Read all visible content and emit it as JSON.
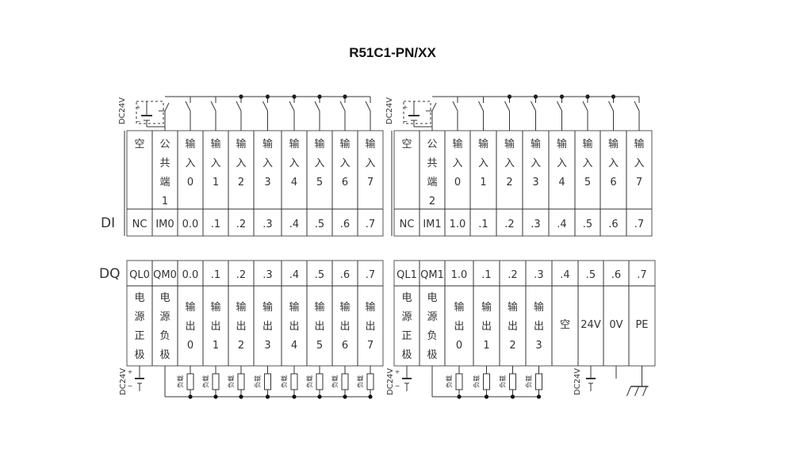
{
  "title": "R51C1-PN/XX",
  "labels": {
    "di": "DI",
    "dq": "DQ",
    "supply": "DC24V",
    "load": "负载"
  },
  "di_blocks": [
    {
      "columns": [
        {
          "top": [
            "空"
          ],
          "bottom": "NC"
        },
        {
          "top": [
            "公",
            "共",
            "端",
            "1"
          ],
          "bottom": "IM0"
        },
        {
          "top": [
            "输",
            "入",
            "0"
          ],
          "bottom": "0.0"
        },
        {
          "top": [
            "输",
            "入",
            "1"
          ],
          "bottom": ".1"
        },
        {
          "top": [
            "输",
            "入",
            "2"
          ],
          "bottom": ".2"
        },
        {
          "top": [
            "输",
            "入",
            "3"
          ],
          "bottom": ".3"
        },
        {
          "top": [
            "输",
            "入",
            "4"
          ],
          "bottom": ".4"
        },
        {
          "top": [
            "输",
            "入",
            "5"
          ],
          "bottom": ".5"
        },
        {
          "top": [
            "输",
            "入",
            "6"
          ],
          "bottom": ".6"
        },
        {
          "top": [
            "输",
            "入",
            "7"
          ],
          "bottom": ".7"
        }
      ]
    },
    {
      "columns": [
        {
          "top": [
            "空"
          ],
          "bottom": "NC"
        },
        {
          "top": [
            "公",
            "共",
            "端",
            "2"
          ],
          "bottom": "IM1"
        },
        {
          "top": [
            "输",
            "入",
            "0"
          ],
          "bottom": "1.0"
        },
        {
          "top": [
            "输",
            "入",
            "1"
          ],
          "bottom": ".1"
        },
        {
          "top": [
            "输",
            "入",
            "2"
          ],
          "bottom": ".2"
        },
        {
          "top": [
            "输",
            "入",
            "3"
          ],
          "bottom": ".3"
        },
        {
          "top": [
            "输",
            "入",
            "4"
          ],
          "bottom": ".4"
        },
        {
          "top": [
            "输",
            "入",
            "5"
          ],
          "bottom": ".5"
        },
        {
          "top": [
            "输",
            "入",
            "6"
          ],
          "bottom": ".6"
        },
        {
          "top": [
            "输",
            "入",
            "7"
          ],
          "bottom": ".7"
        }
      ]
    }
  ],
  "dq_blocks": [
    {
      "columns": [
        {
          "head": "QL0",
          "body": [
            "电",
            "源",
            "正",
            "极"
          ]
        },
        {
          "head": "QM0",
          "body": [
            "电",
            "源",
            "负",
            "极"
          ]
        },
        {
          "head": "0.0",
          "body": [
            "输",
            "出",
            "0"
          ]
        },
        {
          "head": ".1",
          "body": [
            "输",
            "出",
            "1"
          ]
        },
        {
          "head": ".2",
          "body": [
            "输",
            "出",
            "2"
          ]
        },
        {
          "head": ".3",
          "body": [
            "输",
            "出",
            "3"
          ]
        },
        {
          "head": ".4",
          "body": [
            "输",
            "出",
            "4"
          ]
        },
        {
          "head": ".5",
          "body": [
            "输",
            "出",
            "5"
          ]
        },
        {
          "head": ".6",
          "body": [
            "输",
            "出",
            "6"
          ]
        },
        {
          "head": ".7",
          "body": [
            "输",
            "出",
            "7"
          ]
        }
      ]
    },
    {
      "columns": [
        {
          "head": "QL1",
          "body": [
            "电",
            "源",
            "正",
            "极"
          ]
        },
        {
          "head": "QM1",
          "body": [
            "电",
            "源",
            "负",
            "极"
          ]
        },
        {
          "head": "1.0",
          "body": [
            "输",
            "出",
            "0"
          ]
        },
        {
          "head": ".1",
          "body": [
            "输",
            "出",
            "1"
          ]
        },
        {
          "head": ".2",
          "body": [
            "输",
            "出",
            "2"
          ]
        },
        {
          "head": ".3",
          "body": [
            "输",
            "出",
            "3"
          ]
        },
        {
          "head": ".4",
          "body": [
            "空"
          ]
        },
        {
          "head": ".5",
          "body": [
            "24V"
          ]
        },
        {
          "head": ".6",
          "body": [
            "0V"
          ]
        },
        {
          "head": ".7",
          "body": [
            "PE"
          ]
        }
      ]
    }
  ]
}
